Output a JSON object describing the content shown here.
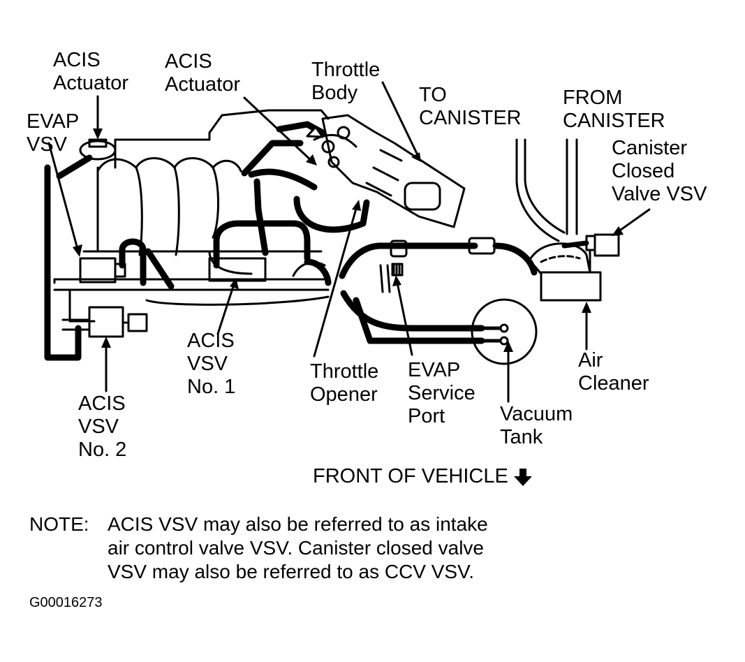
{
  "labels": {
    "acis_actuator_left": [
      "ACIS",
      "Actuator"
    ],
    "acis_actuator_mid": [
      "ACIS",
      "Actuator"
    ],
    "throttle_body": [
      "Throttle",
      "Body"
    ],
    "to_canister": [
      "TO",
      "CANISTER"
    ],
    "from_canister": [
      "FROM",
      "CANISTER"
    ],
    "canister_closed_valve_vsv": [
      "Canister",
      "Closed",
      "Valve VSV"
    ],
    "evap_vsv": [
      "EVAP",
      "VSV"
    ],
    "acis_vsv_no1": [
      "ACIS",
      "VSV",
      "No. 1"
    ],
    "acis_vsv_no2": [
      "ACIS",
      "VSV",
      "No. 2"
    ],
    "throttle_opener": [
      "Throttle",
      "Opener"
    ],
    "evap_service_port": [
      "EVAP",
      "Service",
      "Port"
    ],
    "vacuum_tank": [
      "Vacuum",
      "Tank"
    ],
    "air_cleaner": [
      "Air",
      "Cleaner"
    ]
  },
  "front_of_vehicle": "FRONT OF VEHICLE",
  "note": {
    "prefix": "NOTE:",
    "lines": [
      "ACIS VSV may also be referred to as intake",
      "air control valve VSV. Canister closed valve",
      "VSV may also be referred to as CCV VSV."
    ]
  },
  "figure_id": "G00016273"
}
